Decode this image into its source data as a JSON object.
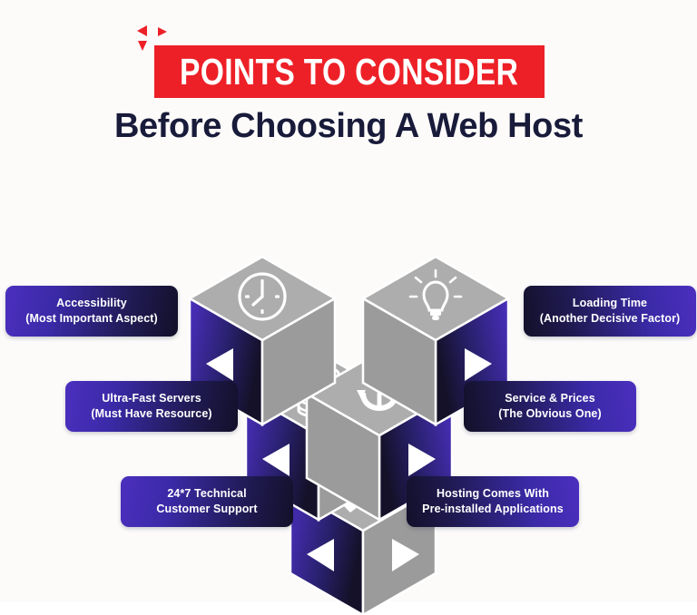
{
  "header": {
    "banner_title": "POINTS TO CONSIDER",
    "subtitle": "Before Choosing A Web Host",
    "banner_color": "#ED2027",
    "subtitle_color": "#191B3A",
    "decor_triangles": 3
  },
  "theme": {
    "background": "#FCFBFA",
    "accent_red": "#ED2027",
    "navy": "#191B3A",
    "purple_light": "#4B2FBE",
    "purple_dark": "#121029",
    "cube_top_gray": "#ADADAD",
    "cube_side_gray": "#9B9B9B",
    "arrow_white": "#FFFFFF"
  },
  "diagram": {
    "type": "isometric-cube-v-chevron",
    "points": [
      {
        "side": "left",
        "row": 1,
        "icon": "clock-icon",
        "line1": "Accessibility",
        "line2": "(Most Important Aspect)",
        "arrow": "left-arrow-icon"
      },
      {
        "side": "left",
        "row": 2,
        "icon": "database-icon",
        "line1": "Ultra-Fast Servers",
        "line2": "(Must Have Resource)",
        "arrow": "left-arrow-icon"
      },
      {
        "side": "left",
        "row": 3,
        "icon": "money-hand-icon",
        "line1": "24*7 Technical",
        "line2": "Customer Support",
        "arrow": "left-arrow-icon"
      },
      {
        "side": "right",
        "row": 1,
        "icon": "lightbulb-icon",
        "line1": "Loading Time",
        "line2": "(Another Decisive Factor)",
        "arrow": "right-arrow-icon"
      },
      {
        "side": "right",
        "row": 2,
        "icon": "anchor-icon",
        "line1": "Service & Prices",
        "line2": "(The Obvious One)",
        "arrow": "right-arrow-icon"
      },
      {
        "side": "right",
        "row": 3,
        "icon": "money-hand-icon",
        "line1": "Hosting Comes With",
        "line2": "Pre-installed Applications",
        "arrow": "right-arrow-icon"
      }
    ]
  }
}
